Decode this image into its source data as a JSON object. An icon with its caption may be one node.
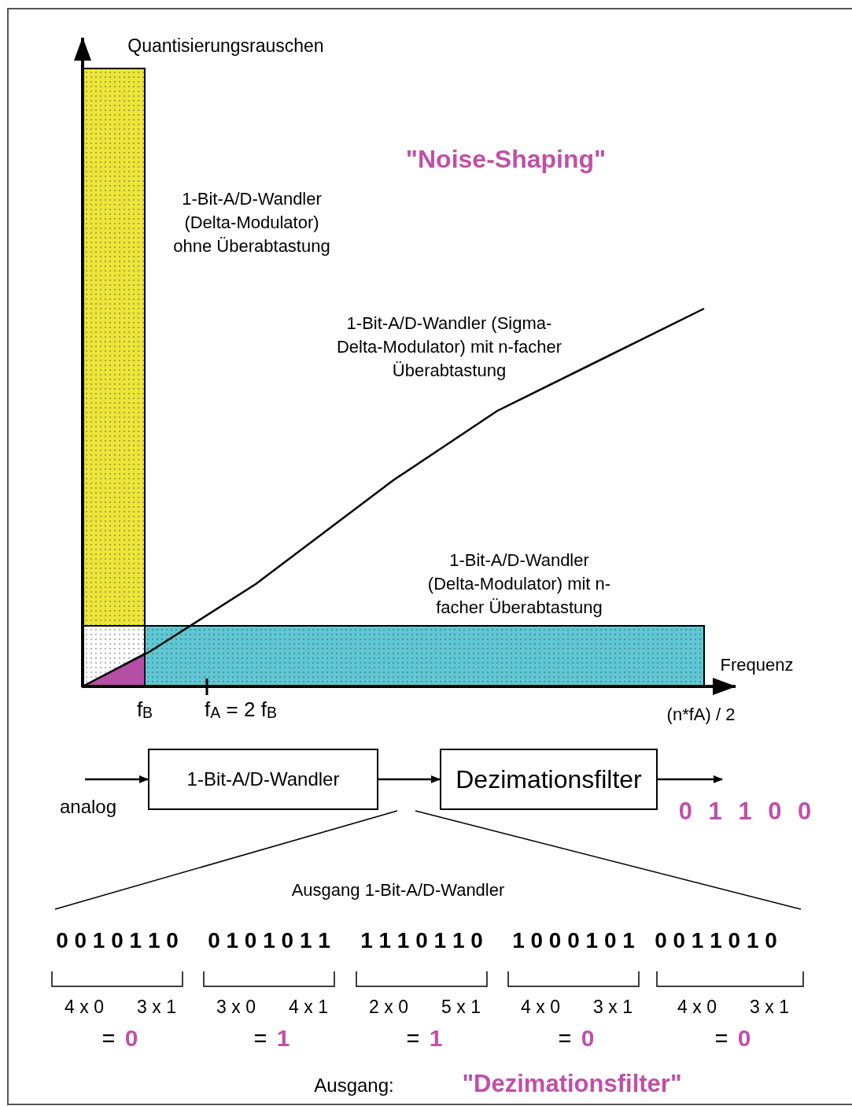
{
  "diagram": {
    "nodes": [
      {
        "text": [
          "1-Bit-A/D-Wandler"
        ]
      },
      {
        "text": [
          "Dezimationsfilter"
        ]
      }
    ],
    "edges": [
      {
        "from": null,
        "to": 0,
        "arrow": "to"
      },
      {
        "from": 0,
        "to": 1,
        "arrow": "to"
      },
      {
        "from": 1,
        "to": null,
        "arrow": "to"
      }
    ],
    "labels": [
      "Quantisierungsrauschen",
      "\"Noise-Shaping\"",
      "1-Bit-A/D-Wandler (Delta-Modulator) ohne Überabtastung",
      "1-Bit-A/D-Wandler (Sigma-Delta-Modulator) mit n-facher Überabtastung",
      "1-Bit-A/D-Wandler (Delta-Modulator) mit n-facher Überabtastung",
      "Frequenz",
      "f$_{B}$",
      "f$_{A}$ = 2 f$_{B}$",
      "(n*fA) / 2",
      "analog",
      "0 1 1 0 0",
      "Ausgang 1-Bit-A/D-Wandler",
      "0 0 1 0 1 1 0",
      "0 1 0 1 0 1 1",
      "1 1 1 0 1 1 0",
      "1 0 0 0 1 0 1",
      "0 0 1 1 0 1 0",
      "4 x 0",
      "3 x 1",
      "3 x 0",
      "4 x 1",
      "2 x 0",
      "5 x 1",
      "4 x 0",
      "3 x 1",
      "4 x 0",
      "3 x 1",
      "=",
      "0",
      "=",
      "1",
      "=",
      "1",
      "=",
      "0",
      "=",
      "0",
      "Ausgang:",
      "\"Dezimationsfilter\""
    ]
  }
}
